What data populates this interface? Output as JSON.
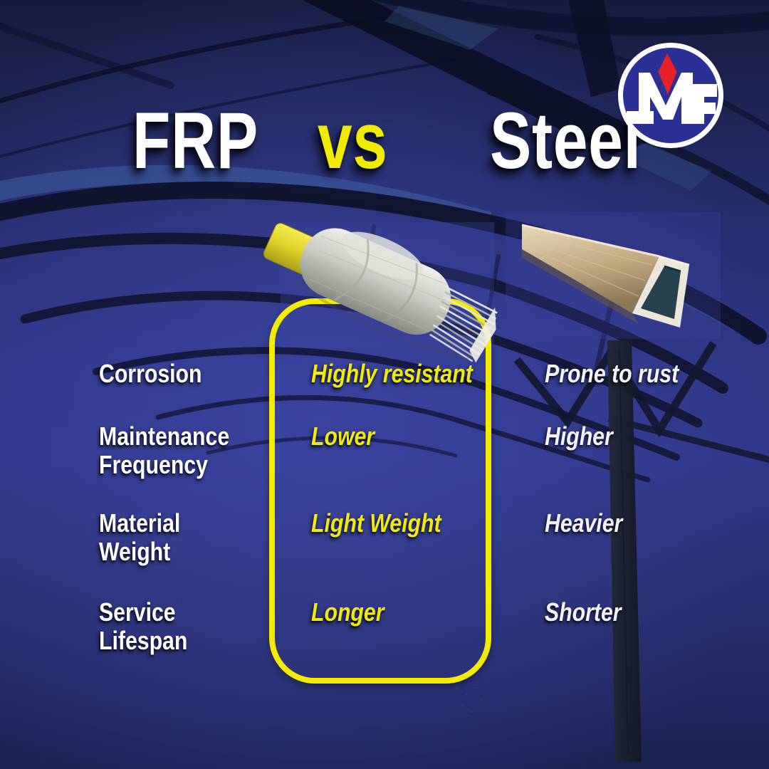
{
  "title": {
    "frp": "FRP",
    "vs": "vs",
    "steel": "Steel"
  },
  "logo": {
    "monogram": "MF",
    "symbol": "red-diamond",
    "ring_color": "#ffffff",
    "disc_color": "#2a3096",
    "diamond_color": "#e5202b"
  },
  "comparison": {
    "frp_frame_color": "#f3eb00",
    "rows": [
      {
        "label_line1": "Corrosion",
        "label_line2": "",
        "frp_value": "Highly resistant",
        "steel_value": "Prone to rust"
      },
      {
        "label_line1": "Maintenance",
        "label_line2": "Frequency",
        "frp_value": "Lower",
        "steel_value": "Higher"
      },
      {
        "label_line1": "Material",
        "label_line2": "Weight",
        "frp_value": "Light Weight",
        "steel_value": "Heavier"
      },
      {
        "label_line1": "Service",
        "label_line2": "Lifespan",
        "frp_value": "Longer",
        "steel_value": "Shorter"
      }
    ]
  },
  "images": {
    "background_icon": "blue-canopy-structure-photo",
    "frp_product_icon": "frp-pultruded-profile-photo",
    "steel_product_icon": "steel-rectangular-tube-photo"
  },
  "colors": {
    "background_blue": "#2e3487",
    "accent_yellow": "#f3eb00",
    "frp_text_yellow": "#f0ea10",
    "label_white": "#ffffff"
  }
}
